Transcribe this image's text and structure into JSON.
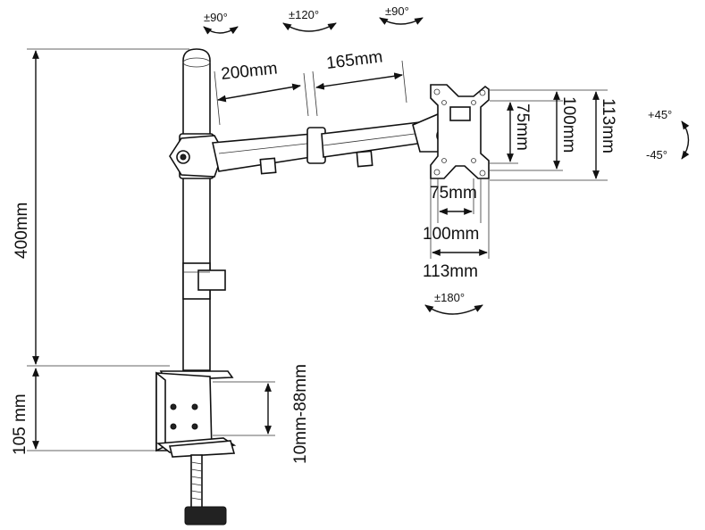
{
  "rotations": {
    "top_left": "±90°",
    "top_middle": "±120°",
    "top_right": "±90°",
    "bottom_plate": "±180°",
    "tilt_up": "+45°",
    "tilt_down": "-45°"
  },
  "dimensions": {
    "arm_segment_1": "200mm",
    "arm_segment_2": "165mm",
    "pole_height": "400mm",
    "clamp_height": "105 mm",
    "desk_thickness": "10mm-88mm",
    "vesa_75_vertical": "75mm",
    "vesa_100_vertical": "100mm",
    "vesa_113_vertical": "113mm",
    "vesa_75_horizontal": "75mm",
    "vesa_100_horizontal": "100mm",
    "vesa_113_horizontal": "113mm"
  }
}
